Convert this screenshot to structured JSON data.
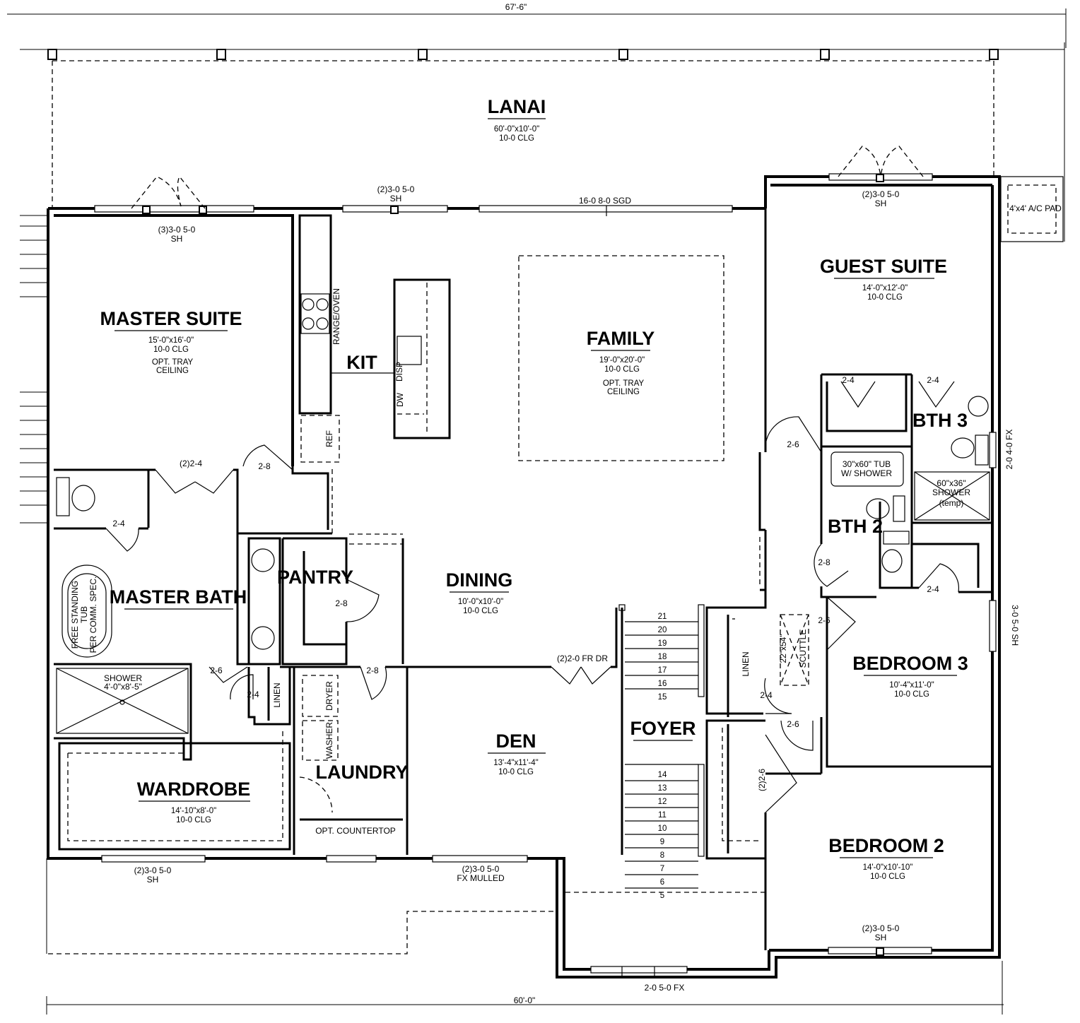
{
  "dimensions": {
    "overall_top": "67'-6\"",
    "overall_bottom": "60'-0\""
  },
  "rooms": {
    "lanai": {
      "name": "LANAI",
      "size": "60'-0\"x10'-0\"",
      "clg": "10-0 CLG"
    },
    "master_suite": {
      "name": "MASTER SUITE",
      "size": "15'-0\"x16'-0\"",
      "clg": "10-0 CLG",
      "note1": "OPT. TRAY",
      "note2": "CEILING"
    },
    "kit": {
      "name": "KIT"
    },
    "family": {
      "name": "FAMILY",
      "size": "19'-0\"x20'-0\"",
      "clg": "10-0 CLG",
      "note1": "OPT. TRAY",
      "note2": "CEILING"
    },
    "guest_suite": {
      "name": "GUEST SUITE",
      "size": "14'-0\"x12'-0\"",
      "clg": "10-0 CLG"
    },
    "bth3": {
      "name": "BTH 3"
    },
    "bth2": {
      "name": "BTH 2"
    },
    "master_bath": {
      "name": "MASTER BATH"
    },
    "pantry": {
      "name": "PANTRY"
    },
    "dining": {
      "name": "DINING",
      "size": "10'-0\"x10'-0\"",
      "clg": "10-0 CLG"
    },
    "bedroom3": {
      "name": "BEDROOM 3",
      "size": "10'-4\"x11'-0\"",
      "clg": "10-0 CLG"
    },
    "foyer": {
      "name": "FOYER"
    },
    "den": {
      "name": "DEN",
      "size": "13'-4\"x11'-4\"",
      "clg": "10-0 CLG"
    },
    "laundry": {
      "name": "LAUNDRY"
    },
    "wardrobe": {
      "name": "WARDROBE",
      "size": "14'-10\"x8'-0\"",
      "clg": "10-0 CLG"
    },
    "bedroom2": {
      "name": "BEDROOM 2",
      "size": "14'-0\"x10'-10\"",
      "clg": "10-0 CLG"
    }
  },
  "labels": {
    "win_master_a": "(3)3-0 5-0",
    "win_master_b": "SH",
    "win_kit_a": "(2)3-0 5-0",
    "win_kit_b": "SH",
    "sgd": "16-0 8-0 SGD",
    "win_guest_a": "(2)3-0 5-0",
    "win_guest_b": "SH",
    "ac_pad": "4'x4' A/C PAD",
    "range": "RANGE/OVEN",
    "ref": "REF",
    "disp": "DISP",
    "dw": "DW",
    "d_22_4": "(2)2-4",
    "d_2_8_a": "2-8",
    "d_2_4_a": "2-4",
    "d_2_4_guest1": "2-4",
    "d_2_4_guest2": "2-4",
    "d_2_6_a": "2-6",
    "win_fx_right": "2-0 4-0 FX",
    "tub": "30\"x60\" TUB",
    "tub2": "W/ SHOWER",
    "shower3_a": "60\"x36\"",
    "shower3_b": "SHOWER",
    "shower3_c": "(temp)",
    "d_2_8_bth2": "2-8",
    "d_2_4_bed3": "2-4",
    "d_2_6_bed3": "2-6",
    "win_sh_right": "3-0 5-0 SH",
    "free_tub_1": "FREE STANDING",
    "free_tub_2": "TUB",
    "free_tub_3": "PER COMM. SPEC.",
    "d_2_8_pantry": "2-8",
    "shower_a": "SHOWER",
    "shower_b": "4'-0\"x8'-5\"",
    "d_2_6_mb": "2-6",
    "d_2_4_mb": "2-4",
    "linen_mb": "LINEN",
    "d_2_8_laundry": "2-8",
    "dryer": "DRYER",
    "washer": "WASHER",
    "fr_dr": "(2)2-0 FR DR",
    "linen_hall": "LINEN",
    "scuttle_a": "22\"x54\"",
    "scuttle_b": "SCUTTLE",
    "d_2_4_hall": "2-4",
    "d_2_6_hall": "2-6",
    "d_22_6": "(2)2-6",
    "opt_counter": "OPT. COUNTERTOP",
    "win_wardrobe_a": "(2)3-0 5-0",
    "win_wardrobe_b": "SH",
    "win_den_a": "(2)3-0 5-0",
    "win_den_b": "FX MULLED",
    "win_bed2_a": "(2)3-0 5-0",
    "win_bed2_b": "SH",
    "win_foyer": "2-0 5-0 FX"
  },
  "stairs_upper": [
    "21",
    "20",
    "19",
    "18",
    "17",
    "16",
    "15"
  ],
  "stairs_lower": [
    "14",
    "13",
    "12",
    "11",
    "10",
    "9",
    "8",
    "7",
    "6",
    "5"
  ]
}
